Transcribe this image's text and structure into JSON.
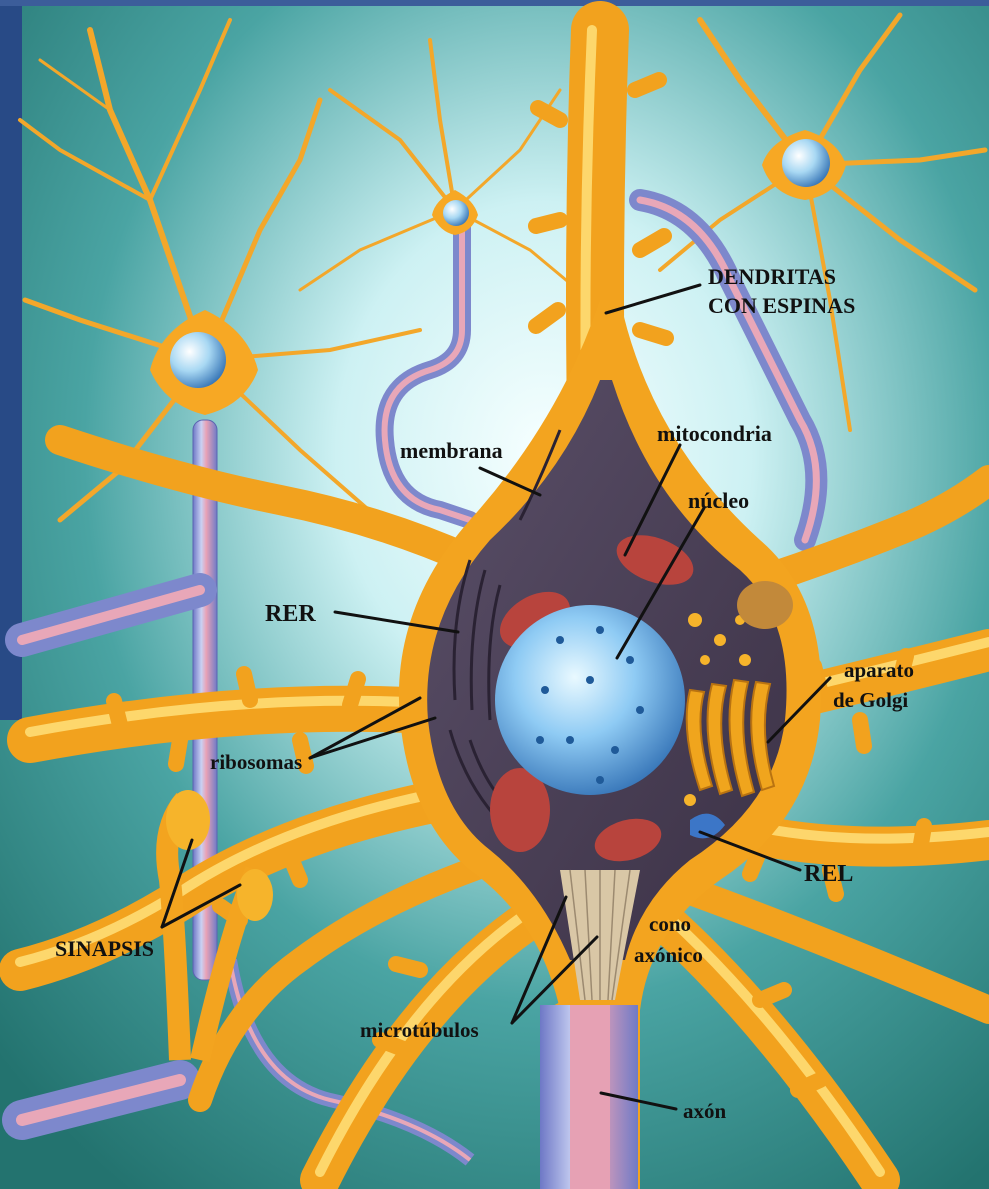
{
  "labels": {
    "dendritas": [
      "DENDRITAS",
      "CON ESPINAS"
    ],
    "membrana": "membrana",
    "mitocondria": "mitocondria",
    "nucleo": "núcleo",
    "rer": "RER",
    "aparato_golgi": [
      "aparato",
      "de Golgi"
    ],
    "ribosomas": "ribosomas",
    "rel": "REL",
    "sinapsis": "SINAPSIS",
    "cono_axonico": [
      "cono",
      "axónico"
    ],
    "microtubulos": "microtúbulos",
    "axon": "axón"
  },
  "colors": {
    "background_teal": "#2f8f8a",
    "background_light": "#e9fbff",
    "left_band_blue": "#284a86",
    "dendrite_yellow": "#f7b12d",
    "dendrite_highlight": "#ffe27a",
    "cell_interior": "#4b3f55",
    "nucleus_blue": "#8ecbf2",
    "mitochondria_red": "#b8443d",
    "golgi_yellow": "#f0a51d",
    "myelin_blue": "#8e9bd7",
    "myelin_pink": "#e6a1b4"
  }
}
